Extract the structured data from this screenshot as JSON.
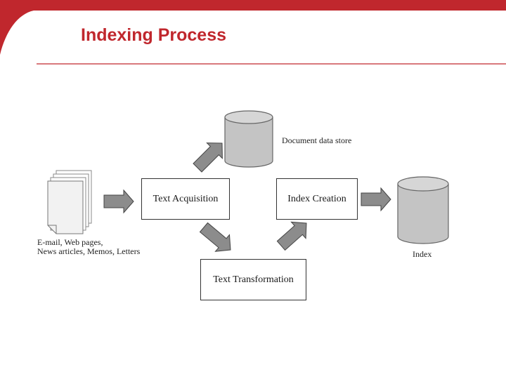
{
  "slide": {
    "title": "Indexing Process",
    "accent_color": "#c0272d"
  },
  "diagram": {
    "sources_label_line1": "E-mail, Web pages,",
    "sources_label_line2": "News articles, Memos, Letters",
    "text_acquisition": "Text Acquisition",
    "text_transformation": "Text Transformation",
    "index_creation": "Index Creation",
    "document_store_label": "Document data store",
    "index_label": "Index",
    "icons": [
      "document-stack-icon",
      "database-cylinder-icon",
      "arrow-icon"
    ]
  }
}
